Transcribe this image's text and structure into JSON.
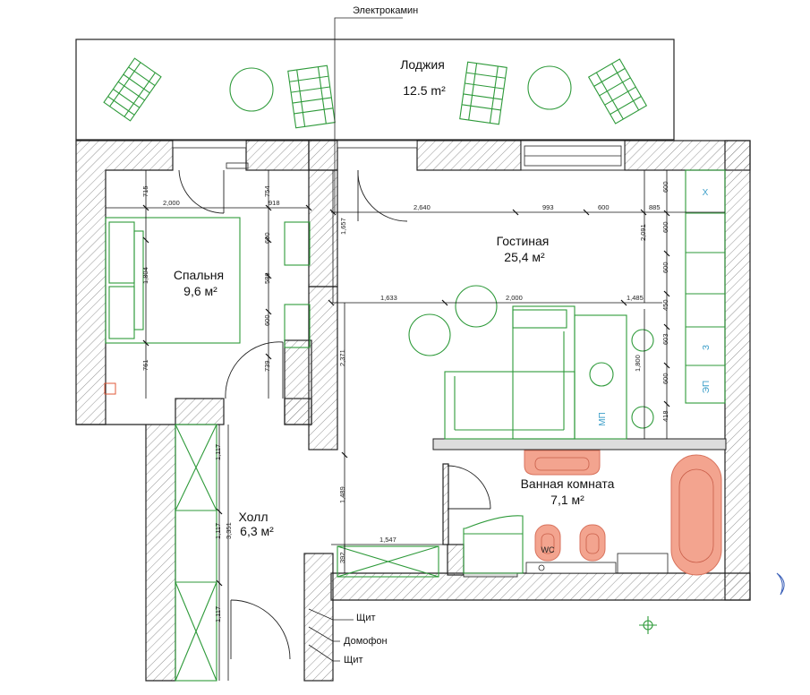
{
  "rooms": {
    "loggia": {
      "name": "Лоджия",
      "area": "12.5 m²"
    },
    "living": {
      "name": "Гостиная",
      "area": "25,4 м²"
    },
    "bedroom": {
      "name": "Спальня",
      "area": "9,6 м²"
    },
    "bathroom": {
      "name": "Ванная комната",
      "area": "7,1 м²"
    },
    "hall": {
      "name": "Холл",
      "area": "6,3 м²"
    }
  },
  "callouts": {
    "fireplace": "Электрокамин",
    "panel_top": "Щит",
    "intercom": "Домофон",
    "panel_bottom": "Щит"
  },
  "fixtures": {
    "wc": "WC",
    "kitchen_x": "X",
    "kitchen_z": "З",
    "kitchen_ep": "ЭП",
    "dishwasher": "МП"
  },
  "dimensions": {
    "d715": "715",
    "d2000a": "2,000",
    "d754": "754",
    "d918": "918",
    "d2640": "2,640",
    "d993": "993",
    "d600a": "600",
    "d885": "885",
    "d1657": "1,657",
    "d600b": "600",
    "d1804": "1,804",
    "d586": "586",
    "d600c": "600",
    "d761": "761",
    "d739": "739",
    "d2371": "2,371",
    "d1633": "1,633",
    "d2000b": "2,000",
    "d1485": "1,485",
    "d2091": "2,091",
    "d600k1": "600",
    "d600k2": "600",
    "d600k3": "600",
    "d450": "450",
    "d603": "603",
    "d600k4": "600",
    "d418": "418",
    "d1800": "1,800",
    "d1489": "1,489",
    "d1547": "1,547",
    "d392": "392",
    "d1117a": "1,117",
    "d1117b": "1,117",
    "d1117c": "1,117",
    "d3351": "3,351"
  }
}
